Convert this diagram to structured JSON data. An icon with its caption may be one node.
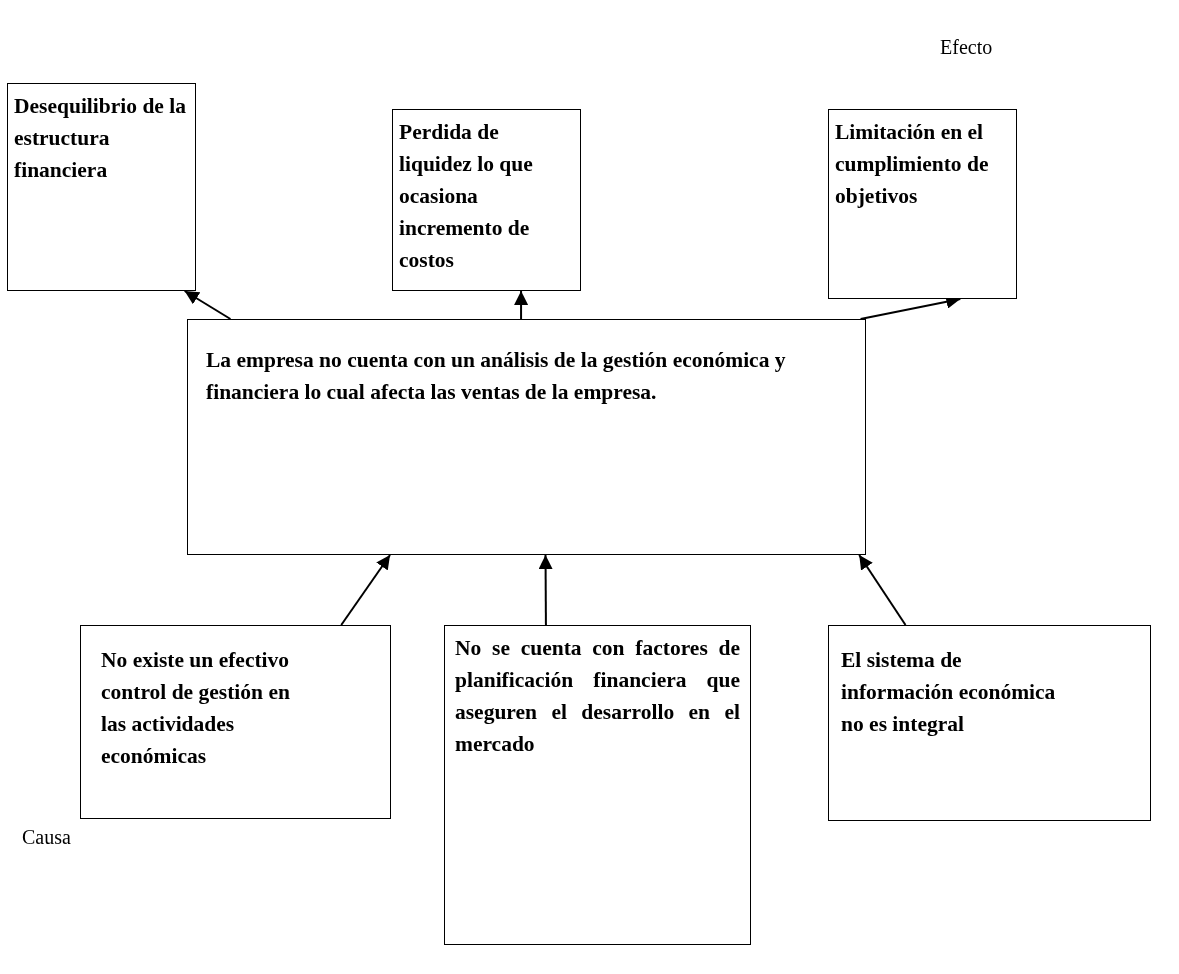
{
  "diagram": {
    "nodes": [
      {
        "text": [
          "Desequilibrio de la estructura financiera"
        ]
      },
      {
        "text": [
          "Perdida de liquidez lo que ocasiona incremento de costos"
        ]
      },
      {
        "text": [
          "Limitación en el cumplimiento de objetivos"
        ]
      },
      {
        "text": [
          "La empresa no cuenta con un análisis de la gestión económica y financiera  lo cual afecta las ventas de la empresa."
        ]
      },
      {
        "text": [
          "No existe un efectivo control  de gestión en las actividades económicas"
        ]
      },
      {
        "text": [
          "No se cuenta con factores de planificación financiera que aseguren el desarrollo en el mercado"
        ]
      },
      {
        "text": [
          "El sistema de información económica no es integral"
        ]
      }
    ],
    "edges": [
      {
        "from": 3,
        "to": 0,
        "arrow": "to"
      },
      {
        "from": 3,
        "to": 1,
        "arrow": "to"
      },
      {
        "from": 3,
        "to": 2,
        "arrow": "to"
      },
      {
        "from": 4,
        "to": 3,
        "arrow": "to"
      },
      {
        "from": 5,
        "to": 3,
        "arrow": "to"
      },
      {
        "from": 6,
        "to": 3,
        "arrow": "to"
      }
    ],
    "labels": [
      "Efecto",
      "Causa"
    ]
  }
}
